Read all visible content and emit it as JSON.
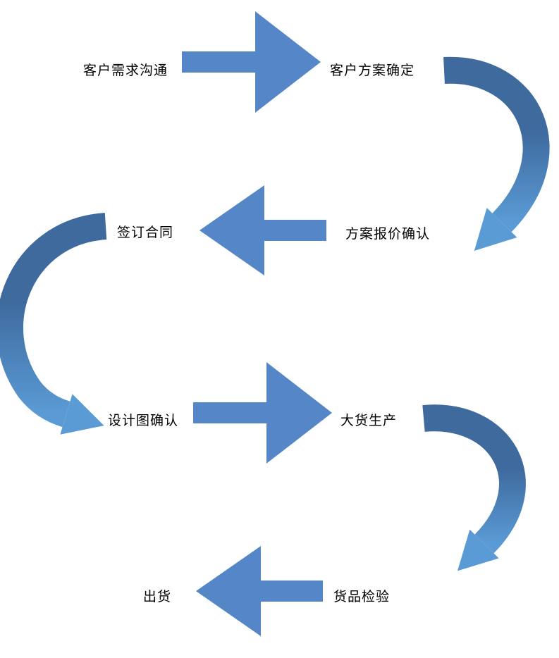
{
  "diagram": {
    "type": "flowchart",
    "nodes": [
      {
        "label": "客户需求沟通"
      },
      {
        "label": "客户方案确定"
      },
      {
        "label": "方案报价确认"
      },
      {
        "label": "签订合同"
      },
      {
        "label": "设计图确认"
      },
      {
        "label": "大货生产"
      },
      {
        "label": "货品检验"
      },
      {
        "label": "出货"
      }
    ],
    "connections": [
      {
        "from": "客户需求沟通",
        "to": "客户方案确定",
        "style": "straight-arrow-right"
      },
      {
        "from": "客户方案确定",
        "to": "方案报价确认",
        "style": "curved-arrow-down"
      },
      {
        "from": "方案报价确认",
        "to": "签订合同",
        "style": "straight-arrow-left"
      },
      {
        "from": "签订合同",
        "to": "设计图确认",
        "style": "curved-arrow-down"
      },
      {
        "from": "设计图确认",
        "to": "大货生产",
        "style": "straight-arrow-right"
      },
      {
        "from": "大货生产",
        "to": "货品检验",
        "style": "curved-arrow-down"
      },
      {
        "from": "货品检验",
        "to": "出货",
        "style": "straight-arrow-left"
      }
    ],
    "colors": {
      "straight_arrow": "#5587C8",
      "curve_start": "#3E6A9E",
      "curve_end": "#5B9BD5",
      "text": "#000000",
      "background": "#FFFFFF"
    }
  }
}
